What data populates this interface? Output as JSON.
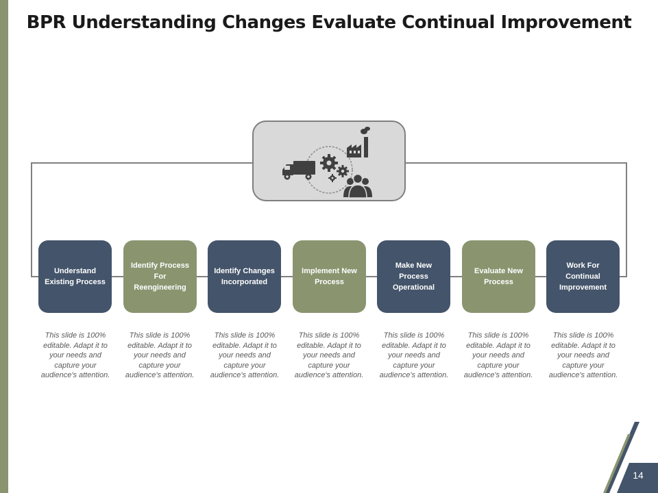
{
  "slide": {
    "title": "BPR Understanding Changes Evaluate Continual Improvement",
    "page_number": "14"
  },
  "steps": [
    {
      "label": "Understand Existing Process",
      "color": "#44546a",
      "description": "This slide is 100% editable. Adapt it to your needs and capture your audience's attention."
    },
    {
      "label": "Identify Process For Reengineering",
      "color": "#8a9570",
      "description": "This slide is 100% editable. Adapt it to your needs and capture your audience's attention."
    },
    {
      "label": "Identify Changes Incorporated",
      "color": "#44546a",
      "description": "This slide is 100% editable. Adapt it to your needs and capture your audience's attention."
    },
    {
      "label": "Implement New Process",
      "color": "#8a9570",
      "description": "This slide is 100% editable. Adapt it to your needs and capture your audience's attention."
    },
    {
      "label": "Make New Process Operational",
      "color": "#44546a",
      "description": "This slide is 100% editable. Adapt it to your needs and capture your audience's attention."
    },
    {
      "label": "Evaluate New Process",
      "color": "#8a9570",
      "description": "This slide is 100% editable. Adapt it to your needs and capture your audience's attention."
    },
    {
      "label": "Work For Continual Improvement",
      "color": "#44546a",
      "description": "This slide is 100% editable. Adapt it to your needs and capture your audience's attention."
    }
  ],
  "hub": {
    "icons": [
      "truck-icon",
      "gears-icon",
      "factory-icon",
      "people-icon"
    ]
  },
  "colors": {
    "dark": "#44546a",
    "olive": "#8a9570",
    "hub_fill": "#d9d9d9",
    "line": "#7f7f7f"
  }
}
